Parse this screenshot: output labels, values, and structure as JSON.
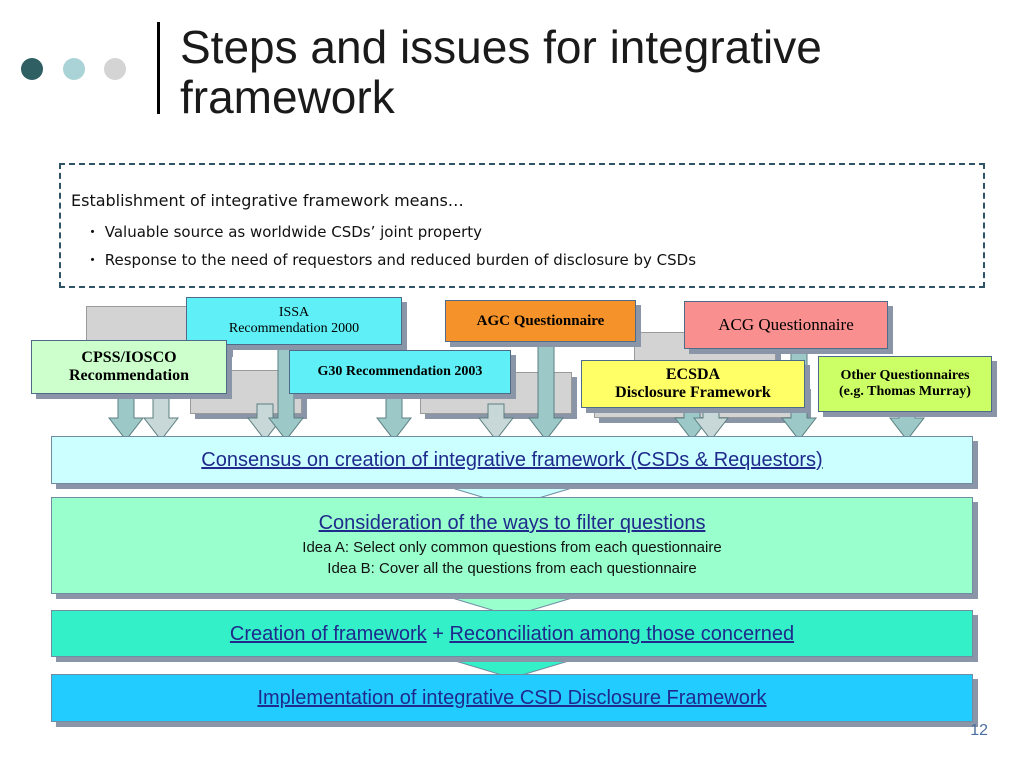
{
  "slide": {
    "title_line1": "Steps and issues for integrative",
    "title_line2": "framework",
    "page_number": "12"
  },
  "intro": {
    "heading": "Establishment of integrative framework means…",
    "bullets": [
      "・ Valuable source as worldwide CSDs’ joint property",
      "・ Response to the need of requestors and reduced burden of disclosure by CSDs"
    ]
  },
  "sources": {
    "issa_line1": "ISSA",
    "issa_line2": "Recommendation 2000",
    "agc": "AGC Questionnaire",
    "acg": "ACG Questionnaire",
    "cpss_line1": "CPSS/IOSCO",
    "cpss_line2": "Recommendation",
    "g30": "G30 Recommendation 2003",
    "ecsda_line1": "ECSDA",
    "ecsda_line2": "Disclosure Framework",
    "ecsda_shadow": "Disclosure Framework",
    "other_line1": "Other Questionnaires",
    "other_line2": "(e.g. Thomas Murray)"
  },
  "steps": {
    "consensus": "Consensus on creation of integrative framework (CSDs & Requestors)",
    "consider_title": "Consideration of the ways to filter questions",
    "idea_a": "Idea A: Select only common questions from each questionnaire",
    "idea_b": "Idea B: Cover all the questions from each questionnaire",
    "creation": "Creation of framework",
    "plus": " + ",
    "reconciliation": "Reconciliation among those concerned",
    "implementation": "Implementation of integrative CSD Disclosure Framework"
  },
  "colors": {
    "dot_dark": "#2f5f63",
    "dot_mid": "#a9d3d6",
    "dot_light": "#d4d4d4",
    "issa_fill": "#5ff0f7",
    "agc_fill": "#f5932a",
    "acg_fill": "#fa8f8f",
    "cpss_fill": "#ccffcc",
    "g30_fill": "#5ff0f7",
    "ecsda_fill": "#ffff66",
    "other_fill": "#ccff66",
    "consensus_fill": "#ccffff",
    "consider_fill": "#99ffcc",
    "creation_fill": "#33f0c8",
    "implementation_fill": "#22ccff",
    "arrow_fill": "#9cc8c8"
  }
}
